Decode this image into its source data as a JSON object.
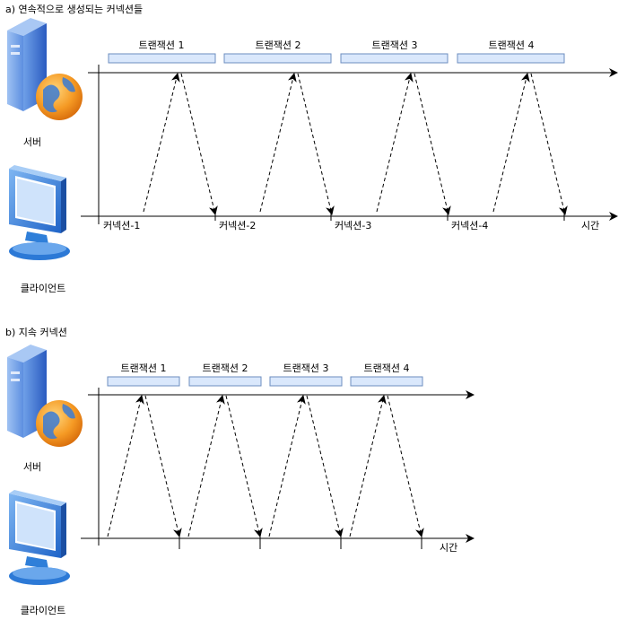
{
  "colors": {
    "tx_fill": "#dae8fc",
    "tx_stroke": "#6c8ebf",
    "line": "#000000",
    "server_body": "#3d6fd1",
    "globe": "#f08c1e",
    "monitor": "#2f7fd9"
  },
  "section_a": {
    "title": "a) 연속적으로 생성되는 커넥션들",
    "server_label": "서버",
    "client_label": "클라이언트",
    "time_label": "시간",
    "transactions": [
      "트랜잭션 1",
      "트랜잭션 2",
      "트랜잭션 3",
      "트랜잭션 4"
    ],
    "connections": [
      "커넥션-1",
      "커넥션-2",
      "커넥션-3",
      "커넥션-4"
    ]
  },
  "section_b": {
    "title": "b) 지속 커넥션",
    "server_label": "서버",
    "client_label": "클라이언트",
    "time_label": "시간",
    "transactions": [
      "트랜잭션 1",
      "트랜잭션 2",
      "트랜잭션 3",
      "트랜잭션 4"
    ]
  },
  "icons": {
    "server": "server-globe-icon",
    "client": "desktop-monitor-icon"
  }
}
